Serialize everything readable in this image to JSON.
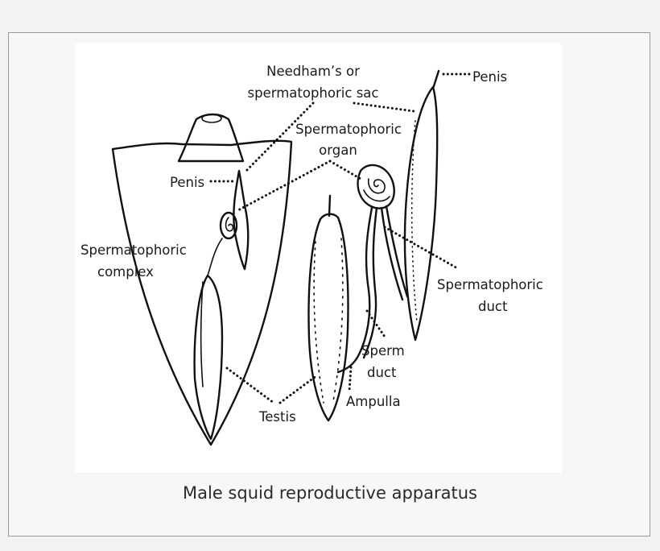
{
  "caption": "Male squid reproductive apparatus",
  "labels": {
    "needhams_line1": "Needham’s or",
    "needhams_line2": "spermatophoric sac",
    "penis_right": "Penis",
    "penis_left": "Penis",
    "sp_organ_line1": "Spermatophoric",
    "sp_organ_line2": "organ",
    "sp_complex_line1": "Spermatophoric",
    "sp_complex_line2": "complex",
    "sp_duct_line1": "Spermatophoric",
    "sp_duct_line2": "duct",
    "sperm_duct_line1": "Sperm",
    "sperm_duct_line2": "duct",
    "ampulla": "Ampulla",
    "testis": "Testis"
  }
}
